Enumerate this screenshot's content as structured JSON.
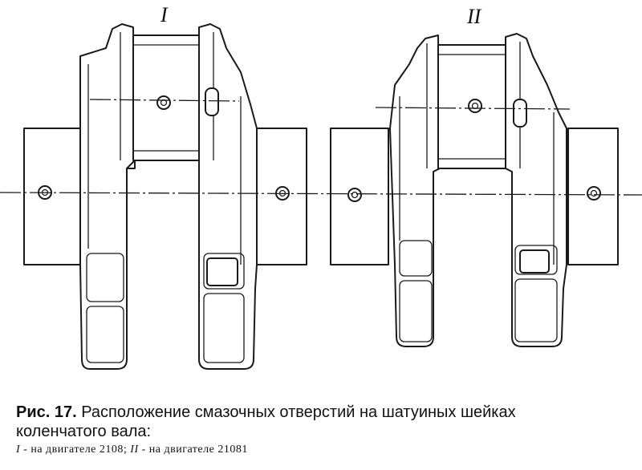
{
  "figure": {
    "label_left": "I",
    "label_right": "II"
  },
  "caption": {
    "number": "Рис. 17.",
    "title_line1": "Расположение смазочных отверстий на шатуиных шейках",
    "title_line2": "коленчатого вала:",
    "note_roman_1": "I",
    "note_text_1": " - на двигателе 2108; ",
    "note_roman_2": "II",
    "note_text_2": " - на двигателе 21081"
  }
}
